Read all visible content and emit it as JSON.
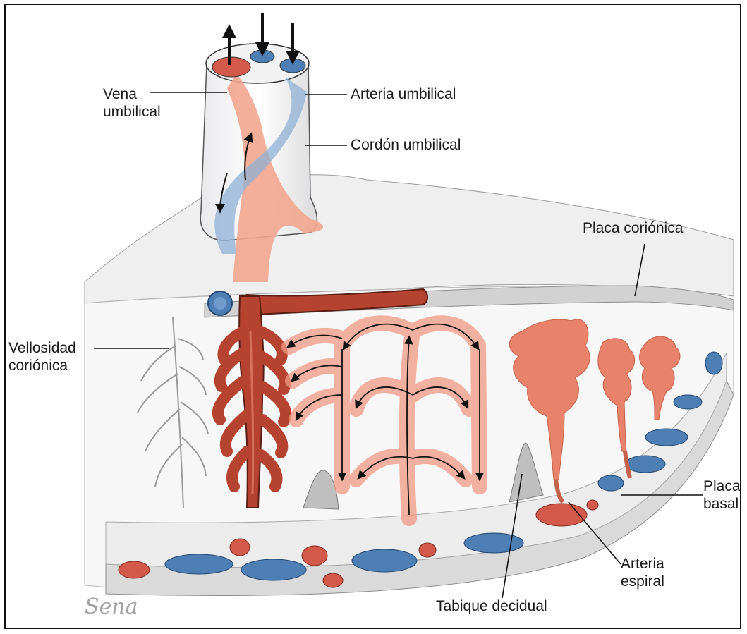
{
  "labels": {
    "vena_umbilical": "Vena\numbilical",
    "arteria_umbilical": "Arteria umbilical",
    "cordon_umbilical": "Cordón umbilical",
    "placa_corionica": "Placa coriónica",
    "vellosidad_corionica": "Vellosidad\ncoriónica",
    "placa_basal": "Placa\nbasal",
    "arteria_espiral": "Arteria\nespiral",
    "tabique_decidual": "Tabique decidual"
  },
  "signature": "Sena",
  "colors": {
    "vein_red": "#c9453a",
    "artery_blue": "#4d7fb5",
    "maternal_blood": "#f19a83",
    "chorionic_grey": "#d8d8d8",
    "outline": "#222222"
  }
}
